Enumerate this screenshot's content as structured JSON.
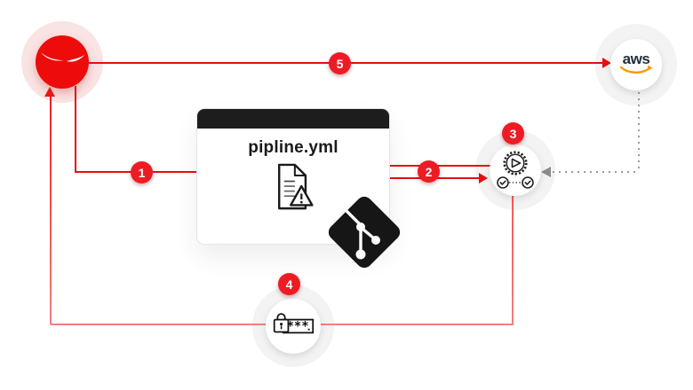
{
  "diagram": {
    "attacker": {
      "icon": "attacker-evil-face-icon"
    },
    "pipeline_window": {
      "filename": "pipline.yml",
      "icon": "document-warning-icon"
    },
    "git_node": {
      "icon": "git-branch-icon"
    },
    "cicd_node": {
      "icon": "cicd-gear-play-icon"
    },
    "aws_node": {
      "label": "aws",
      "icon": "aws-smile-logo"
    },
    "secret_node": {
      "password_mask": "***",
      "icon": "password-lock-icon"
    },
    "steps": [
      {
        "num": "1"
      },
      {
        "num": "2"
      },
      {
        "num": "3"
      },
      {
        "num": "4"
      },
      {
        "num": "5"
      }
    ],
    "colors": {
      "red": "#e60f0f",
      "light_red": "#f08080",
      "badge_red": "#ed1c24",
      "dark": "#1d1d1d",
      "aws_navy": "#232f3e",
      "aws_orange": "#ff9900",
      "dotted_gray": "#9a9a9a",
      "halo_gray": "#f3f3f3",
      "halo_pink": "#fae3e3"
    }
  }
}
